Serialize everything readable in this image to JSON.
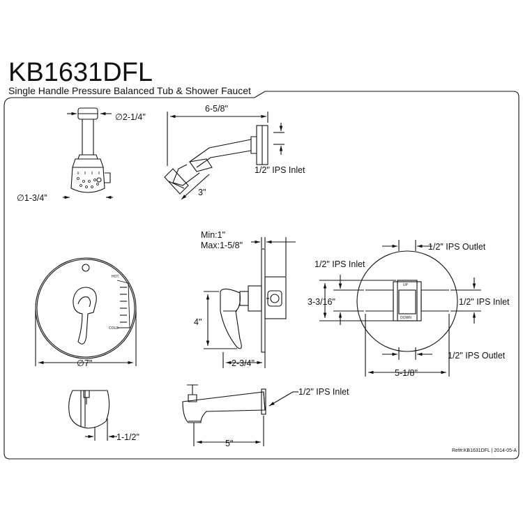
{
  "header": {
    "model": "KB1631DFL",
    "subtitle": "Single Handle Pressure Balanced Tub & Shower Faucet"
  },
  "labels": {
    "shower_head_flange_dia": "∅2-1/4\"",
    "shower_head_face_dia": "∅1-3/4\"",
    "shower_arm_reach": "6-5/8\"",
    "shower_arm_inlet": "1/2\" IPS Inlet",
    "shower_arm_drop": "3\"",
    "valve_depth_min": "Min:1\"",
    "valve_depth_max": "Max:1-5/8\"",
    "valve_height": "4\"",
    "valve_depth": "2-3/4\"",
    "trim_plate_dia": "∅7\"",
    "hot_mark": "HOT",
    "cold_mark": "COLD",
    "valve_outlet_top": "1/2\" IPS Outlet",
    "valve_inlet_left": "1/2\" IPS Inlet",
    "valve_inlet_right": "1/2\" IPS Inlet",
    "valve_outlet_bottom": "1/2\" IPS Outlet",
    "valve_body_height": "3-3/16\"",
    "valve_body_width": "5-1/8\"",
    "valve_up": "UP",
    "valve_down": "DOWN",
    "spout_inlet": "1/2\" IPS Inlet",
    "spout_reach": "5\"",
    "spout_projection": "1-1/2\"",
    "reference": "Ref#:KB1631DFL | 2014-05-A"
  },
  "colors": {
    "line": "#111111",
    "background": "#ffffff"
  }
}
